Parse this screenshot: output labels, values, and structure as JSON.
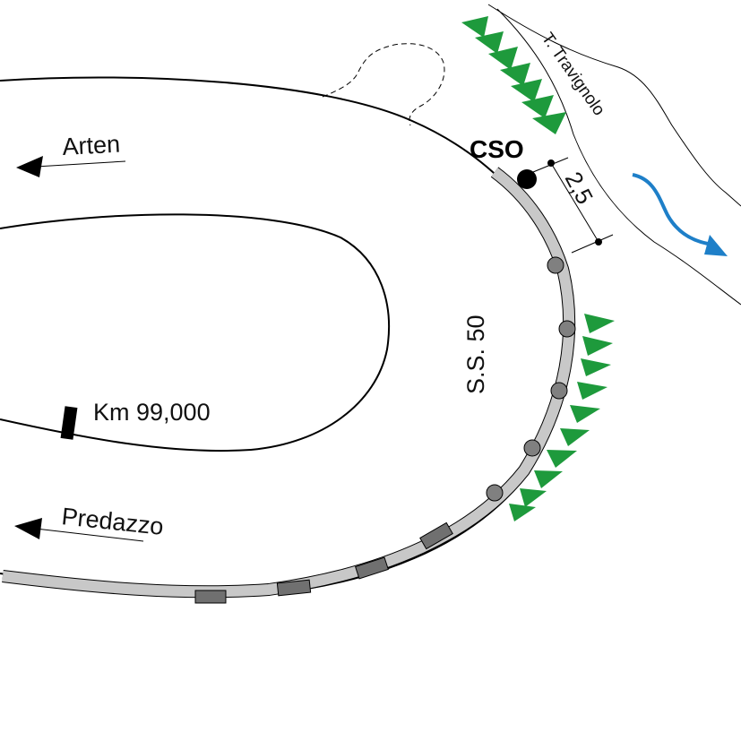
{
  "labels": {
    "arten": "Arten",
    "predazzo": "Predazzo",
    "cso": "CSO",
    "distance": "2,5",
    "river": "T. Travignolo",
    "road": "S.S. 50",
    "km_marker": "Km 99,000"
  },
  "colors": {
    "line": "#000000",
    "barrier_fill": "#c8c8c8",
    "barrier_dark": "#707070",
    "post": "#808080",
    "triangle": "#1e9a3c",
    "river_flow": "#1e7fc8"
  },
  "icons": {
    "direction_arrows": "arrow-left-icon",
    "flow_arrow": "curved-arrow-icon",
    "cso_marker": "filled-circle-icon",
    "km_marker": "black-rectangle-icon",
    "slope": "triangle-icon"
  }
}
